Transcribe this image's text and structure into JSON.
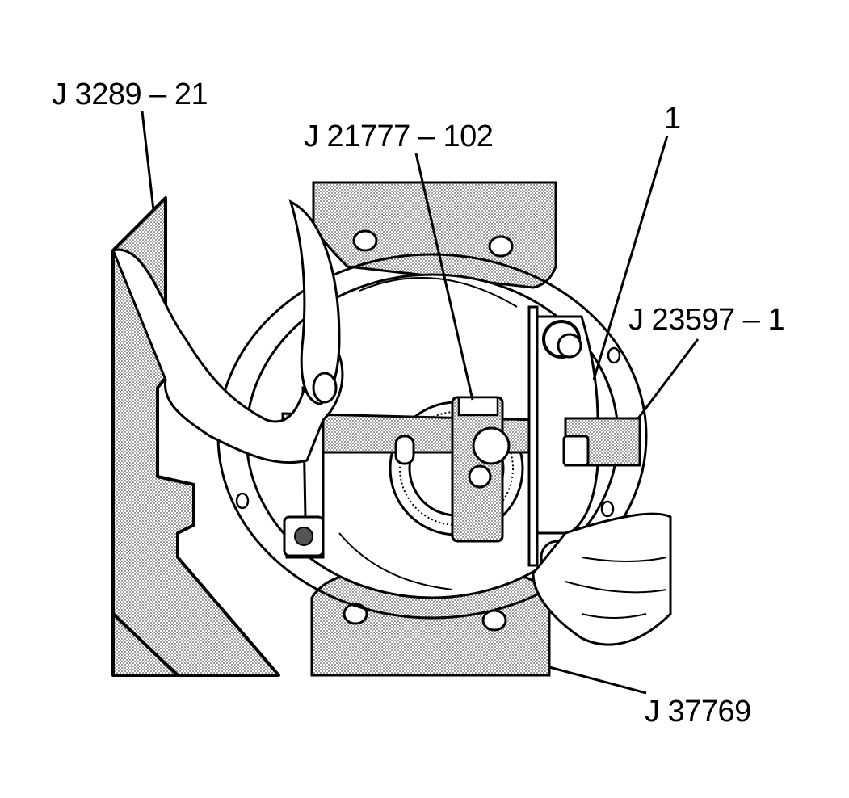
{
  "callouts": {
    "j3289_21": "J 3289 – 21",
    "j21777_102": "J 21777 – 102",
    "item_1": "1",
    "j23597_1": "J 23597 – 1",
    "j37769": "J 37769"
  },
  "colors": {
    "ink": "#000000",
    "stipple": "#bdbdbd",
    "paper": "#ffffff"
  }
}
